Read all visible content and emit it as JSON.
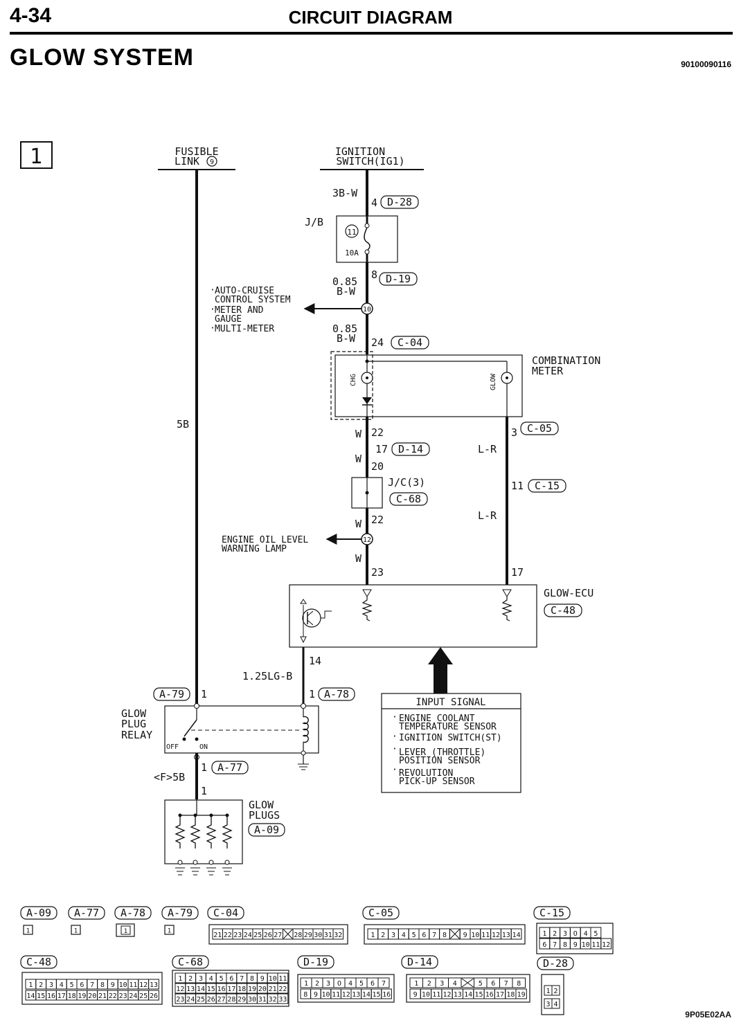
{
  "header": {
    "page_number": "4-34",
    "section": "CIRCUIT DIAGRAM",
    "system_title": "GLOW SYSTEM",
    "doc_code": "90100090116",
    "figure_code": "9P05E02AA"
  },
  "diagram": {
    "sheet_number": "1",
    "sources": {
      "fusible_link": "FUSIBLE",
      "fusible_link_2": "LINK",
      "fusible_link_no": "9",
      "ign_switch": "IGNITION",
      "ign_switch_2": "SWITCH(IG1)"
    },
    "wires": {
      "w_3bw": "3B-W",
      "w_085a": "0.85",
      "w_bwa": "B-W",
      "w_085b": "0.85",
      "w_bwb": "B-W",
      "w_w1": "W",
      "w_w2": "W",
      "w_w3": "W",
      "w_w4": "W",
      "w_lr1": "L-R",
      "w_lr2": "L-R",
      "w_5b": "5B",
      "w_125lgb": "1.25LG-B",
      "w_f5b": "<F>5B"
    },
    "pins": {
      "p4": "4",
      "p8": "8",
      "p24": "24",
      "p22a": "22",
      "p17": "17",
      "p20": "20",
      "p22b": "22",
      "p23": "23",
      "p3": "3",
      "p11": "11",
      "p17b": "17",
      "p14": "14",
      "p1a": "1",
      "p1b": "1",
      "p1c": "1",
      "p1d": "1"
    },
    "connectors": {
      "d28": "D-28",
      "d19": "D-19",
      "c04": "C-04",
      "c05": "C-05",
      "d14": "D-14",
      "c68": "C-68",
      "c15": "C-15",
      "c48": "C-48",
      "a79": "A-79",
      "a78": "A-78",
      "a77": "A-77",
      "a09": "A-09"
    },
    "components": {
      "jb": "J/B",
      "fuse_no": "11",
      "fuse_rating": "10A",
      "combo_meter": "COMBINATION",
      "combo_meter_2": "METER",
      "chg": "CHG",
      "glow": "GLOW",
      "jc": "J/C(3)",
      "glow_ecu": "GLOW-ECU",
      "relay": "GLOW",
      "relay_2": "PLUG",
      "relay_3": "RELAY",
      "off": "OFF",
      "on": "ON",
      "plugs": "GLOW",
      "plugs_2": "PLUGS"
    },
    "junctions": {
      "j10": "10",
      "j12": "12"
    },
    "branch_left": {
      "l1": "AUTO-CRUISE",
      "l2": "CONTROL SYSTEM",
      "l3": "METER AND",
      "l4": "GAUGE",
      "l5": "MULTI-METER"
    },
    "engine_oil": {
      "l1": "ENGINE OIL LEVEL",
      "l2": "WARNING LAMP"
    },
    "input_signal": {
      "title": "INPUT SIGNAL",
      "i1": "ENGINE COOLANT",
      "i1b": "TEMPERATURE SENSOR",
      "i2": "IGNITION SWITCH(ST)",
      "i3": "LEVER (THROTTLE)",
      "i3b": "POSITION SENSOR",
      "i4": "REVOLUTION",
      "i4b": "PICK-UP SENSOR"
    }
  },
  "connector_legend": {
    "row1": [
      "A-09",
      "A-77",
      "A-78",
      "A-79",
      "C-04",
      "C-05",
      "C-15"
    ],
    "row2": [
      "C-48",
      "C-68",
      "D-19",
      "D-14",
      "D-28"
    ],
    "a09_pins": [
      "1"
    ],
    "a77_pins": [
      "1"
    ],
    "a78_pins": [
      "1"
    ],
    "a79_pins": [
      "1"
    ],
    "c04_pins": [
      "21",
      "22",
      "23",
      "24",
      "25",
      "26",
      "27",
      "X",
      "28",
      "29",
      "30",
      "31",
      "32"
    ],
    "c05_pins": [
      "1",
      "2",
      "3",
      "4",
      "5",
      "6",
      "7",
      "8",
      "X",
      "9",
      "10",
      "11",
      "12",
      "13",
      "14"
    ],
    "c15_row1": [
      "1",
      "2",
      "3",
      "O",
      "4",
      "5"
    ],
    "c15_row2": [
      "6",
      "7",
      "8",
      "9",
      "10",
      "11",
      "12"
    ],
    "c48_row1": [
      "1",
      "2",
      "3",
      "4",
      "5",
      "6",
      "7",
      "8",
      "9",
      "10",
      "11",
      "12",
      "13"
    ],
    "c48_row2": [
      "14",
      "15",
      "16",
      "17",
      "18",
      "19",
      "20",
      "21",
      "22",
      "23",
      "24",
      "25",
      "26"
    ],
    "c68_row1": [
      "1",
      "2",
      "3",
      "4",
      "5",
      "6",
      "7",
      "8",
      "9",
      "10",
      "11"
    ],
    "c68_row2": [
      "12",
      "13",
      "14",
      "15",
      "16",
      "17",
      "18",
      "19",
      "20",
      "21",
      "22"
    ],
    "c68_row3": [
      "23",
      "24",
      "25",
      "26",
      "27",
      "28",
      "29",
      "30",
      "31",
      "32",
      "33"
    ],
    "d19_row1": [
      "1",
      "2",
      "3",
      "O",
      "4",
      "5",
      "6",
      "7"
    ],
    "d19_row2": [
      "8",
      "9",
      "10",
      "11",
      "12",
      "13",
      "14",
      "15",
      "16"
    ],
    "d14_row1": [
      "1",
      "2",
      "3",
      "4",
      "X",
      "5",
      "6",
      "7",
      "8"
    ],
    "d14_row2": [
      "9",
      "10",
      "11",
      "12",
      "13",
      "14",
      "15",
      "16",
      "17",
      "18",
      "19"
    ],
    "d28_row1": [
      "1",
      "2"
    ],
    "d28_row2": [
      "3",
      "4"
    ]
  }
}
